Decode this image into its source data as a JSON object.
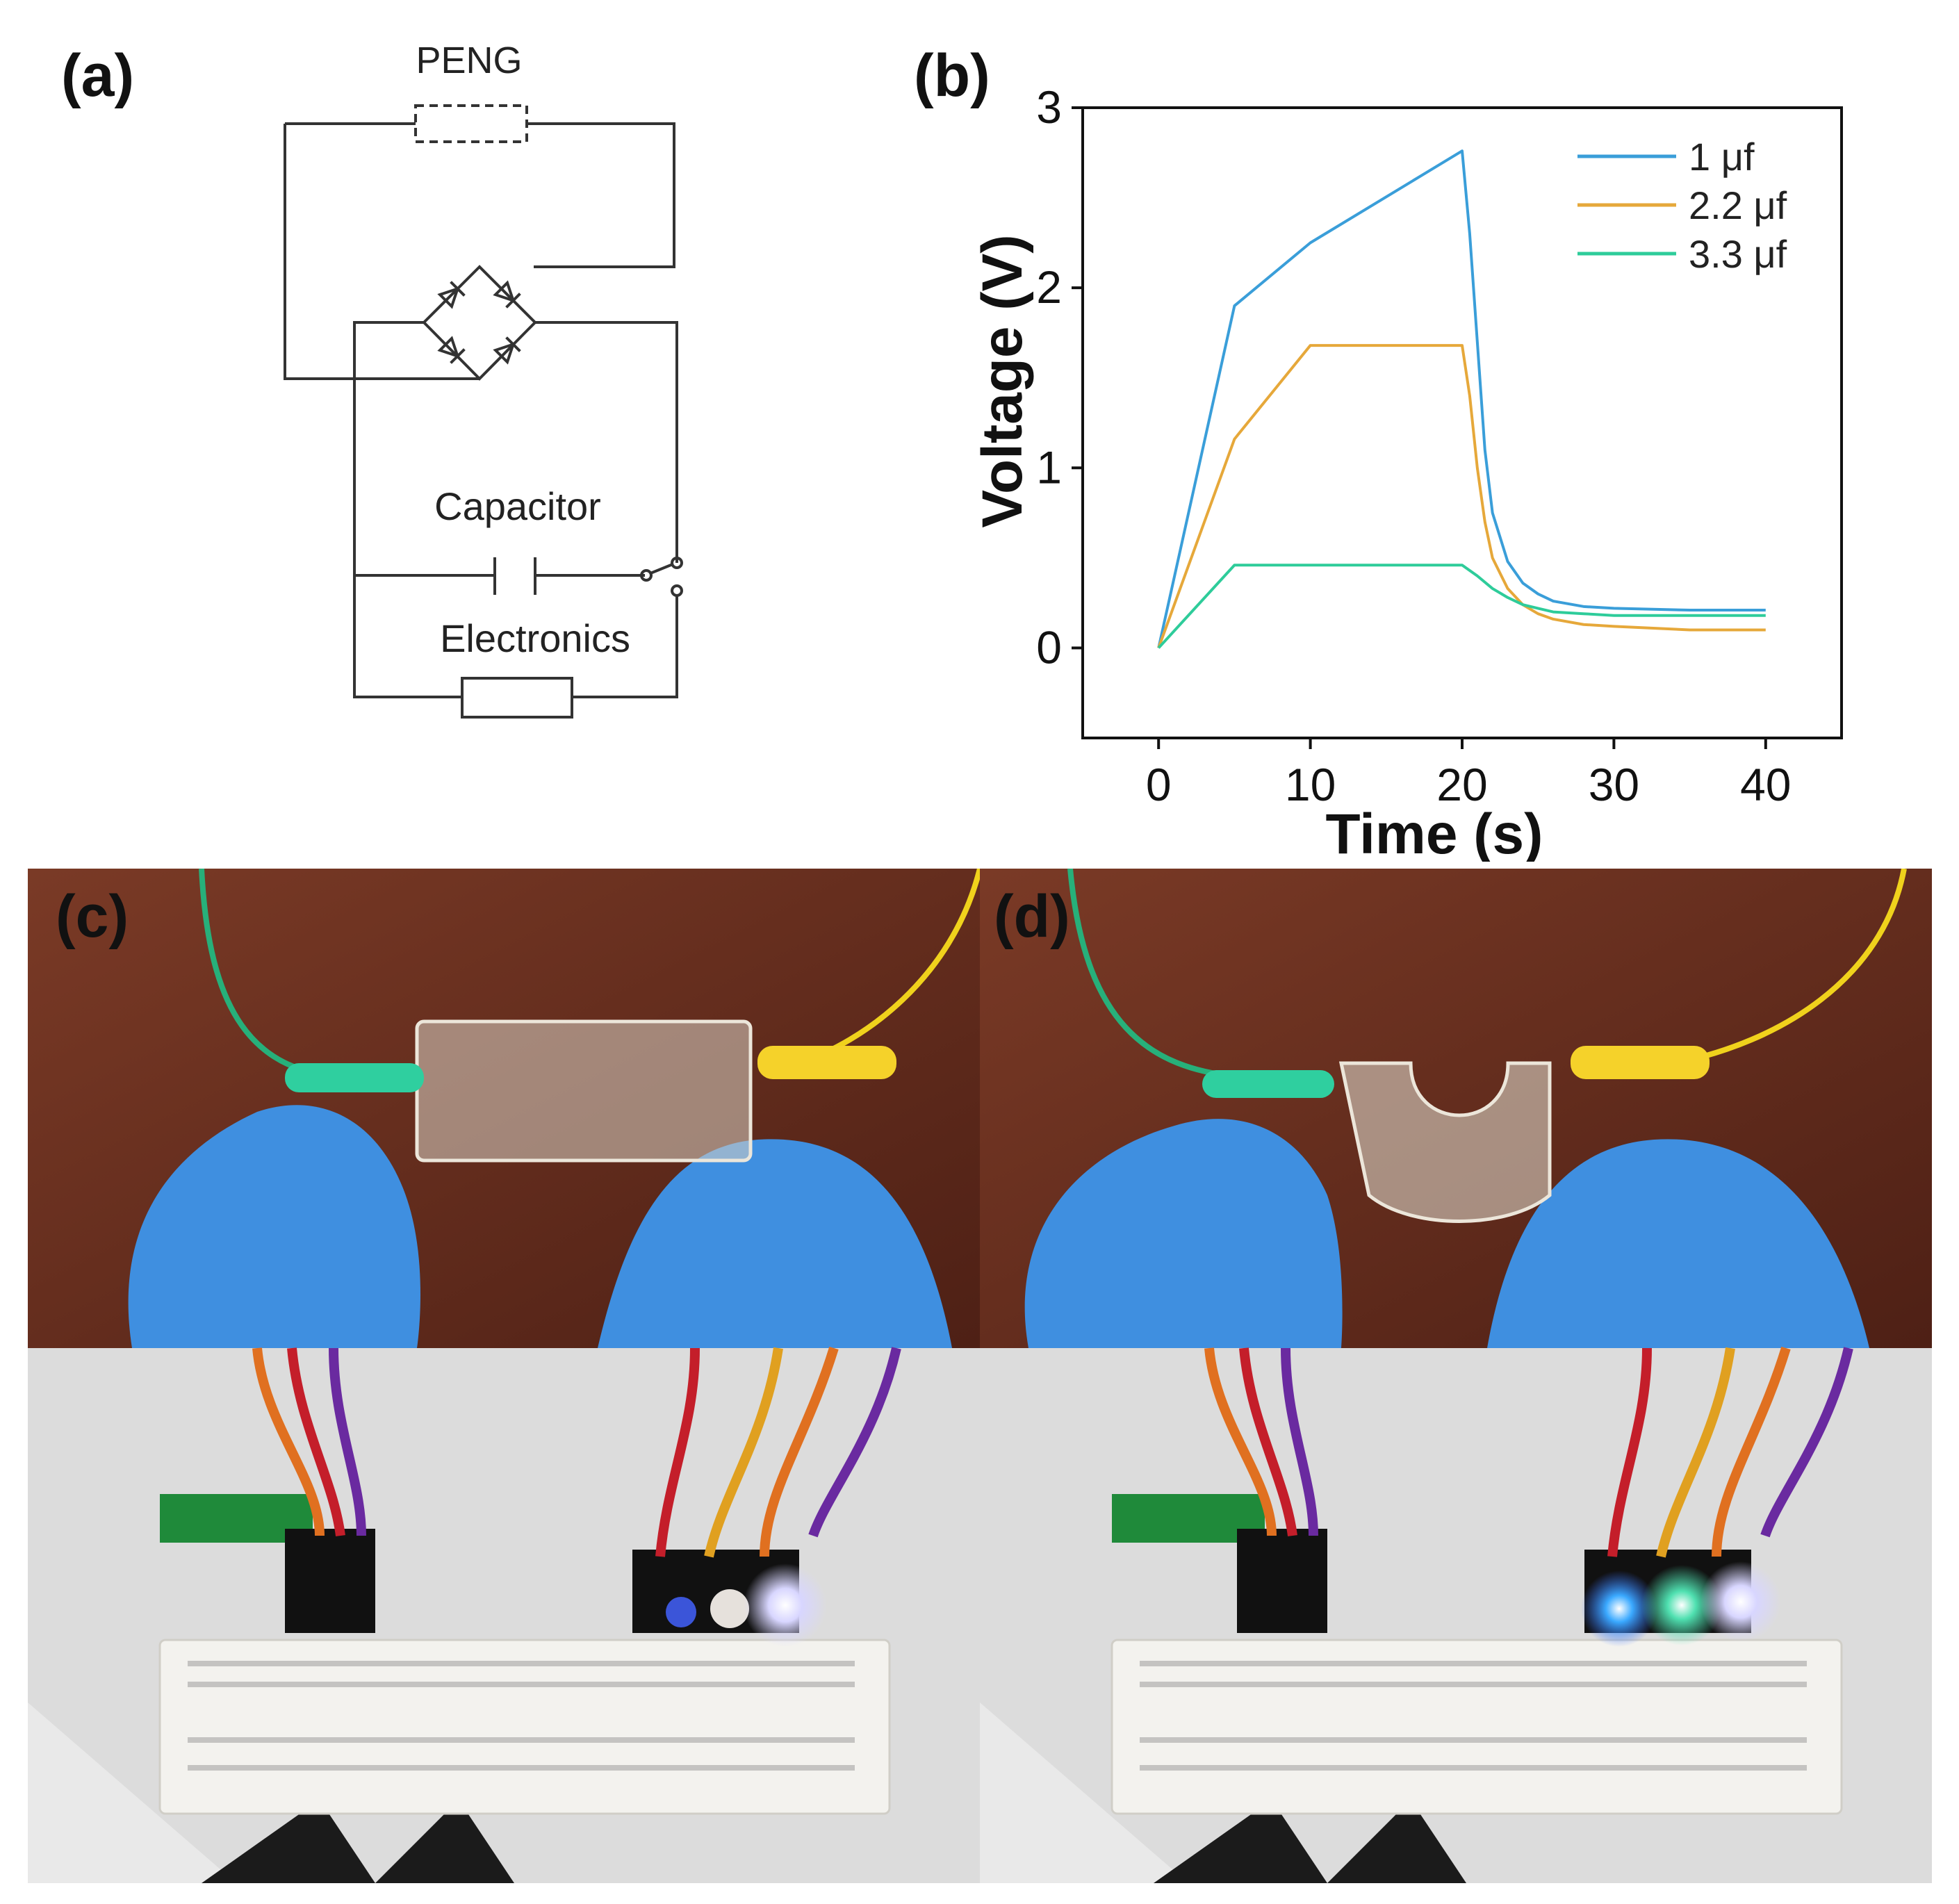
{
  "panels": {
    "a": {
      "label": "(a)",
      "peng": "PENG",
      "capacitor": "Capacitor",
      "electronics": "Electronics"
    },
    "b": {
      "label": "(b)"
    },
    "c": {
      "label": "(c)"
    },
    "d": {
      "label": "(d)"
    }
  },
  "colors": {
    "series_1uf": "#3a9ed9",
    "series_2_2uf": "#e6a83a",
    "series_3_3uf": "#2ecc9a",
    "glove": "#3f8fe0",
    "table": "#6b2f1f"
  },
  "chart_data": {
    "type": "line",
    "xlabel": "Time (s)",
    "ylabel": "Voltage (V)",
    "xlim": [
      -5,
      45
    ],
    "ylim": [
      -0.5,
      3
    ],
    "xticks": [
      0,
      10,
      20,
      30,
      40
    ],
    "yticks": [
      0,
      1,
      2,
      3
    ],
    "legend_position": "top-right",
    "grid": false,
    "series": [
      {
        "name": "1 μf",
        "x": [
          0,
          5,
          10,
          20,
          20.5,
          21,
          21.5,
          22,
          23,
          24,
          25,
          26,
          28,
          30,
          35,
          40
        ],
        "y": [
          0,
          1.9,
          2.25,
          2.76,
          2.3,
          1.7,
          1.1,
          0.75,
          0.48,
          0.36,
          0.3,
          0.26,
          0.23,
          0.22,
          0.21,
          0.21
        ]
      },
      {
        "name": "2.2 μf",
        "x": [
          0,
          5,
          10,
          20,
          20.5,
          21,
          21.5,
          22,
          23,
          24,
          25,
          26,
          28,
          30,
          35,
          40
        ],
        "y": [
          0,
          1.16,
          1.68,
          1.68,
          1.4,
          1.0,
          0.7,
          0.5,
          0.33,
          0.24,
          0.19,
          0.16,
          0.13,
          0.12,
          0.1,
          0.1
        ]
      },
      {
        "name": "3.3 μf",
        "x": [
          0,
          5,
          10,
          20,
          21,
          22,
          23,
          24,
          25,
          26,
          28,
          30,
          35,
          40
        ],
        "y": [
          0,
          0.46,
          0.46,
          0.46,
          0.4,
          0.33,
          0.28,
          0.24,
          0.22,
          0.2,
          0.19,
          0.18,
          0.18,
          0.18
        ]
      }
    ]
  }
}
